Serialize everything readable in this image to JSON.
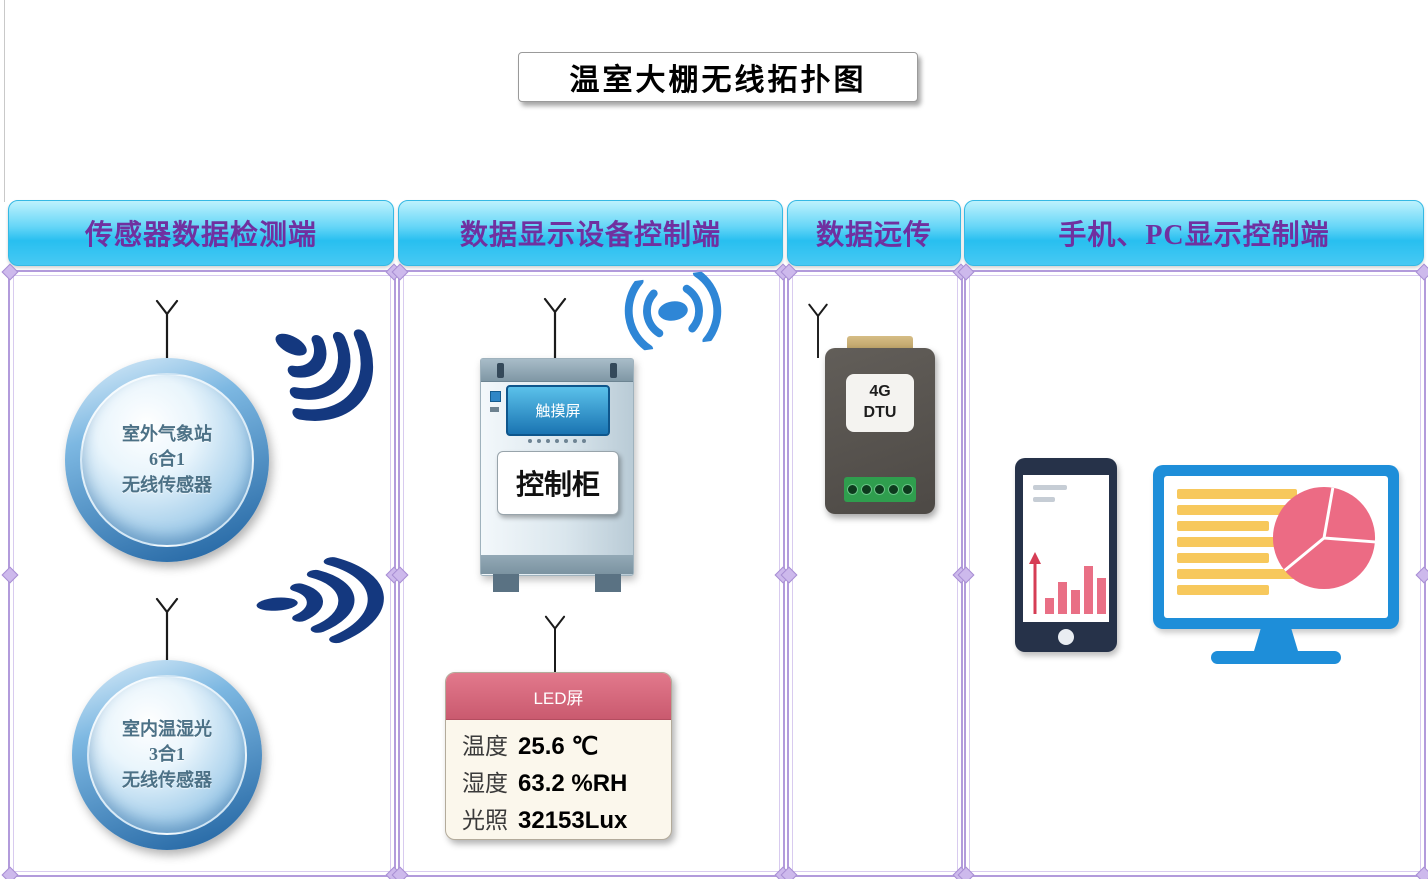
{
  "title": "温室大棚无线拓扑图",
  "columns": {
    "sensor": {
      "header": "传感器数据检测端"
    },
    "display": {
      "header": "数据显示设备控制端"
    },
    "remote": {
      "header": "数据远传"
    },
    "client": {
      "header": "手机、PC显示控制端"
    }
  },
  "sensor_nodes": [
    {
      "line1": "室外气象站",
      "line2": "6合1",
      "line3": "无线传感器"
    },
    {
      "line1": "室内温湿光",
      "line2": "3合1",
      "line3": "无线传感器"
    }
  ],
  "control_cabinet": {
    "screen_label": "触摸屏",
    "label": "控制柜"
  },
  "dtu": {
    "line1": "4G",
    "line2": "DTU"
  },
  "led_panel": {
    "title": "LED屏",
    "readings": [
      {
        "label": "温度",
        "value": "25.6 ℃"
      },
      {
        "label": "湿度",
        "value": "63.2 %RH"
      },
      {
        "label": "光照",
        "value": "32153Lux"
      }
    ]
  },
  "icons": {
    "antenna-icon": "Y-shaped mast line",
    "radio-waves-icon": "dot with three expanding arcs",
    "wifi-signal-icon": "((●)) symmetric arcs",
    "bar-chart-icon": "rising pink bars with red up arrow",
    "pie-chart-icon": "pink pie with white slice lines",
    "list-lines-icon": "yellow text lines"
  },
  "colors": {
    "header_text": "#7030A0",
    "header_fill_top": "#BDF2FD",
    "header_fill_bottom": "#28BFF0",
    "frame_purple": "#B29BDB",
    "wave_navy": "#14387F",
    "wifi_blue": "#2E86D6",
    "sphere_blue": "#1C5F9E",
    "led_header_pink": "#CA5A6F",
    "dtu_body_gray": "#4D4945",
    "dtu_terminal_green": "#2F9E4E",
    "chart_pink": "#E96F85",
    "monitor_blue": "#1E8ED9",
    "list_yellow": "#F7C85C"
  }
}
